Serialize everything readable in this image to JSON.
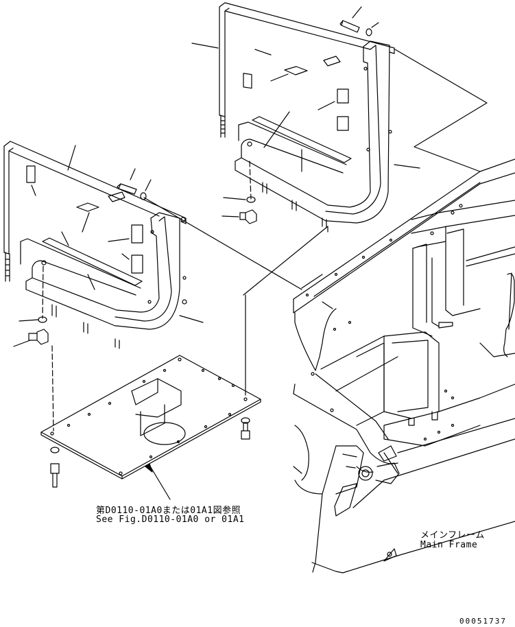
{
  "reference_note": {
    "japanese": "第D0110-01A0または01A1図参照",
    "english": "See Fig.D0110-01A0 or 01A1"
  },
  "main_frame_label": {
    "japanese": "メインフレーム",
    "english": "Main Frame"
  },
  "drawing_id": "00051737"
}
